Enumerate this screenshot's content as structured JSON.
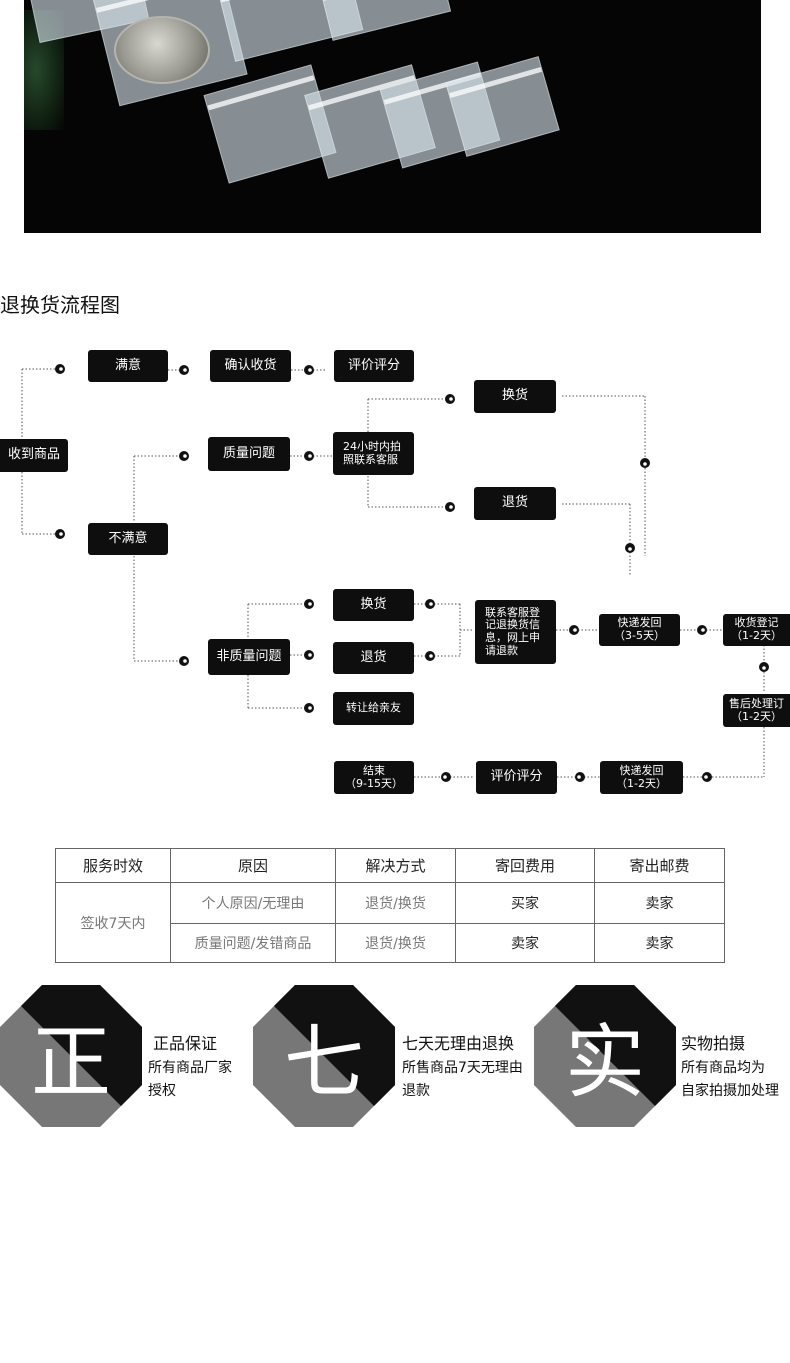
{
  "section_title": "退换货流程图",
  "flow": {
    "receive": "收到商品",
    "satisfied": "满意",
    "confirm_receipt": "确认收货",
    "rate_top": "评价评分",
    "unsatisfied": "不满意",
    "quality_issue": "质量问题",
    "contact_24h": "24小时内拍\n照联系客服",
    "exchange_top": "换货",
    "return_top": "退货",
    "non_quality": "非质量问题",
    "exchange_mid": "换货",
    "return_mid": "退货",
    "transfer": "转让给亲友",
    "contact_register": "联系客服登\n记退换货信\n息，网上申\n请退款",
    "ship_back": "快递发回\n（3-5天）",
    "receive_register": "收货登记\n（1-2天）",
    "after_sale": "售后处理订\n（1-2天）",
    "ship_out": "快递发回\n（1-2天）",
    "rate_bottom": "评价评分",
    "end": "结束\n（9-15天）"
  },
  "table": {
    "headers": [
      "服务时效",
      "原因",
      "解决方式",
      "寄回费用",
      "寄出邮费"
    ],
    "period": "签收7天内",
    "rows": [
      {
        "reason": "个人原因/无理由",
        "solution": "退货/换货",
        "return_fee": "买家",
        "ship_fee": "卖家"
      },
      {
        "reason": "质量问题/发错商品",
        "solution": "退货/换货",
        "return_fee": "卖家",
        "ship_fee": "卖家"
      }
    ]
  },
  "guarantees": [
    {
      "char": "正",
      "title": "正品保证",
      "desc": "所有商品厂家\n授权"
    },
    {
      "char": "七",
      "title": "七天无理由退换",
      "desc": "所售商品7天无理由\n退款"
    },
    {
      "char": "实",
      "title": "实物拍摄",
      "desc": "所有商品均为\n自家拍摄加处理"
    }
  ],
  "colors": {
    "node_bg": "#0e0e0e",
    "octagon_dark": "#111111",
    "octagon_light": "#777777"
  }
}
